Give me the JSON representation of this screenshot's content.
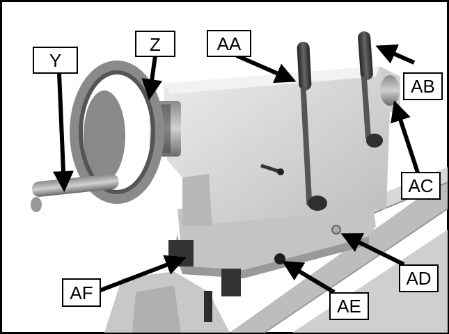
{
  "callouts": {
    "y": "Y",
    "z": "Z",
    "aa": "AA",
    "ab": "AB",
    "ac": "AC",
    "ad": "AD",
    "ae": "AE",
    "af": "AF"
  },
  "colors": {
    "frame": "#000000",
    "casting": "#dcdcdc",
    "casting_shadow": "#b5b5b5",
    "metal_dark": "#3a3a3a",
    "bed": "#cfcfcf"
  }
}
